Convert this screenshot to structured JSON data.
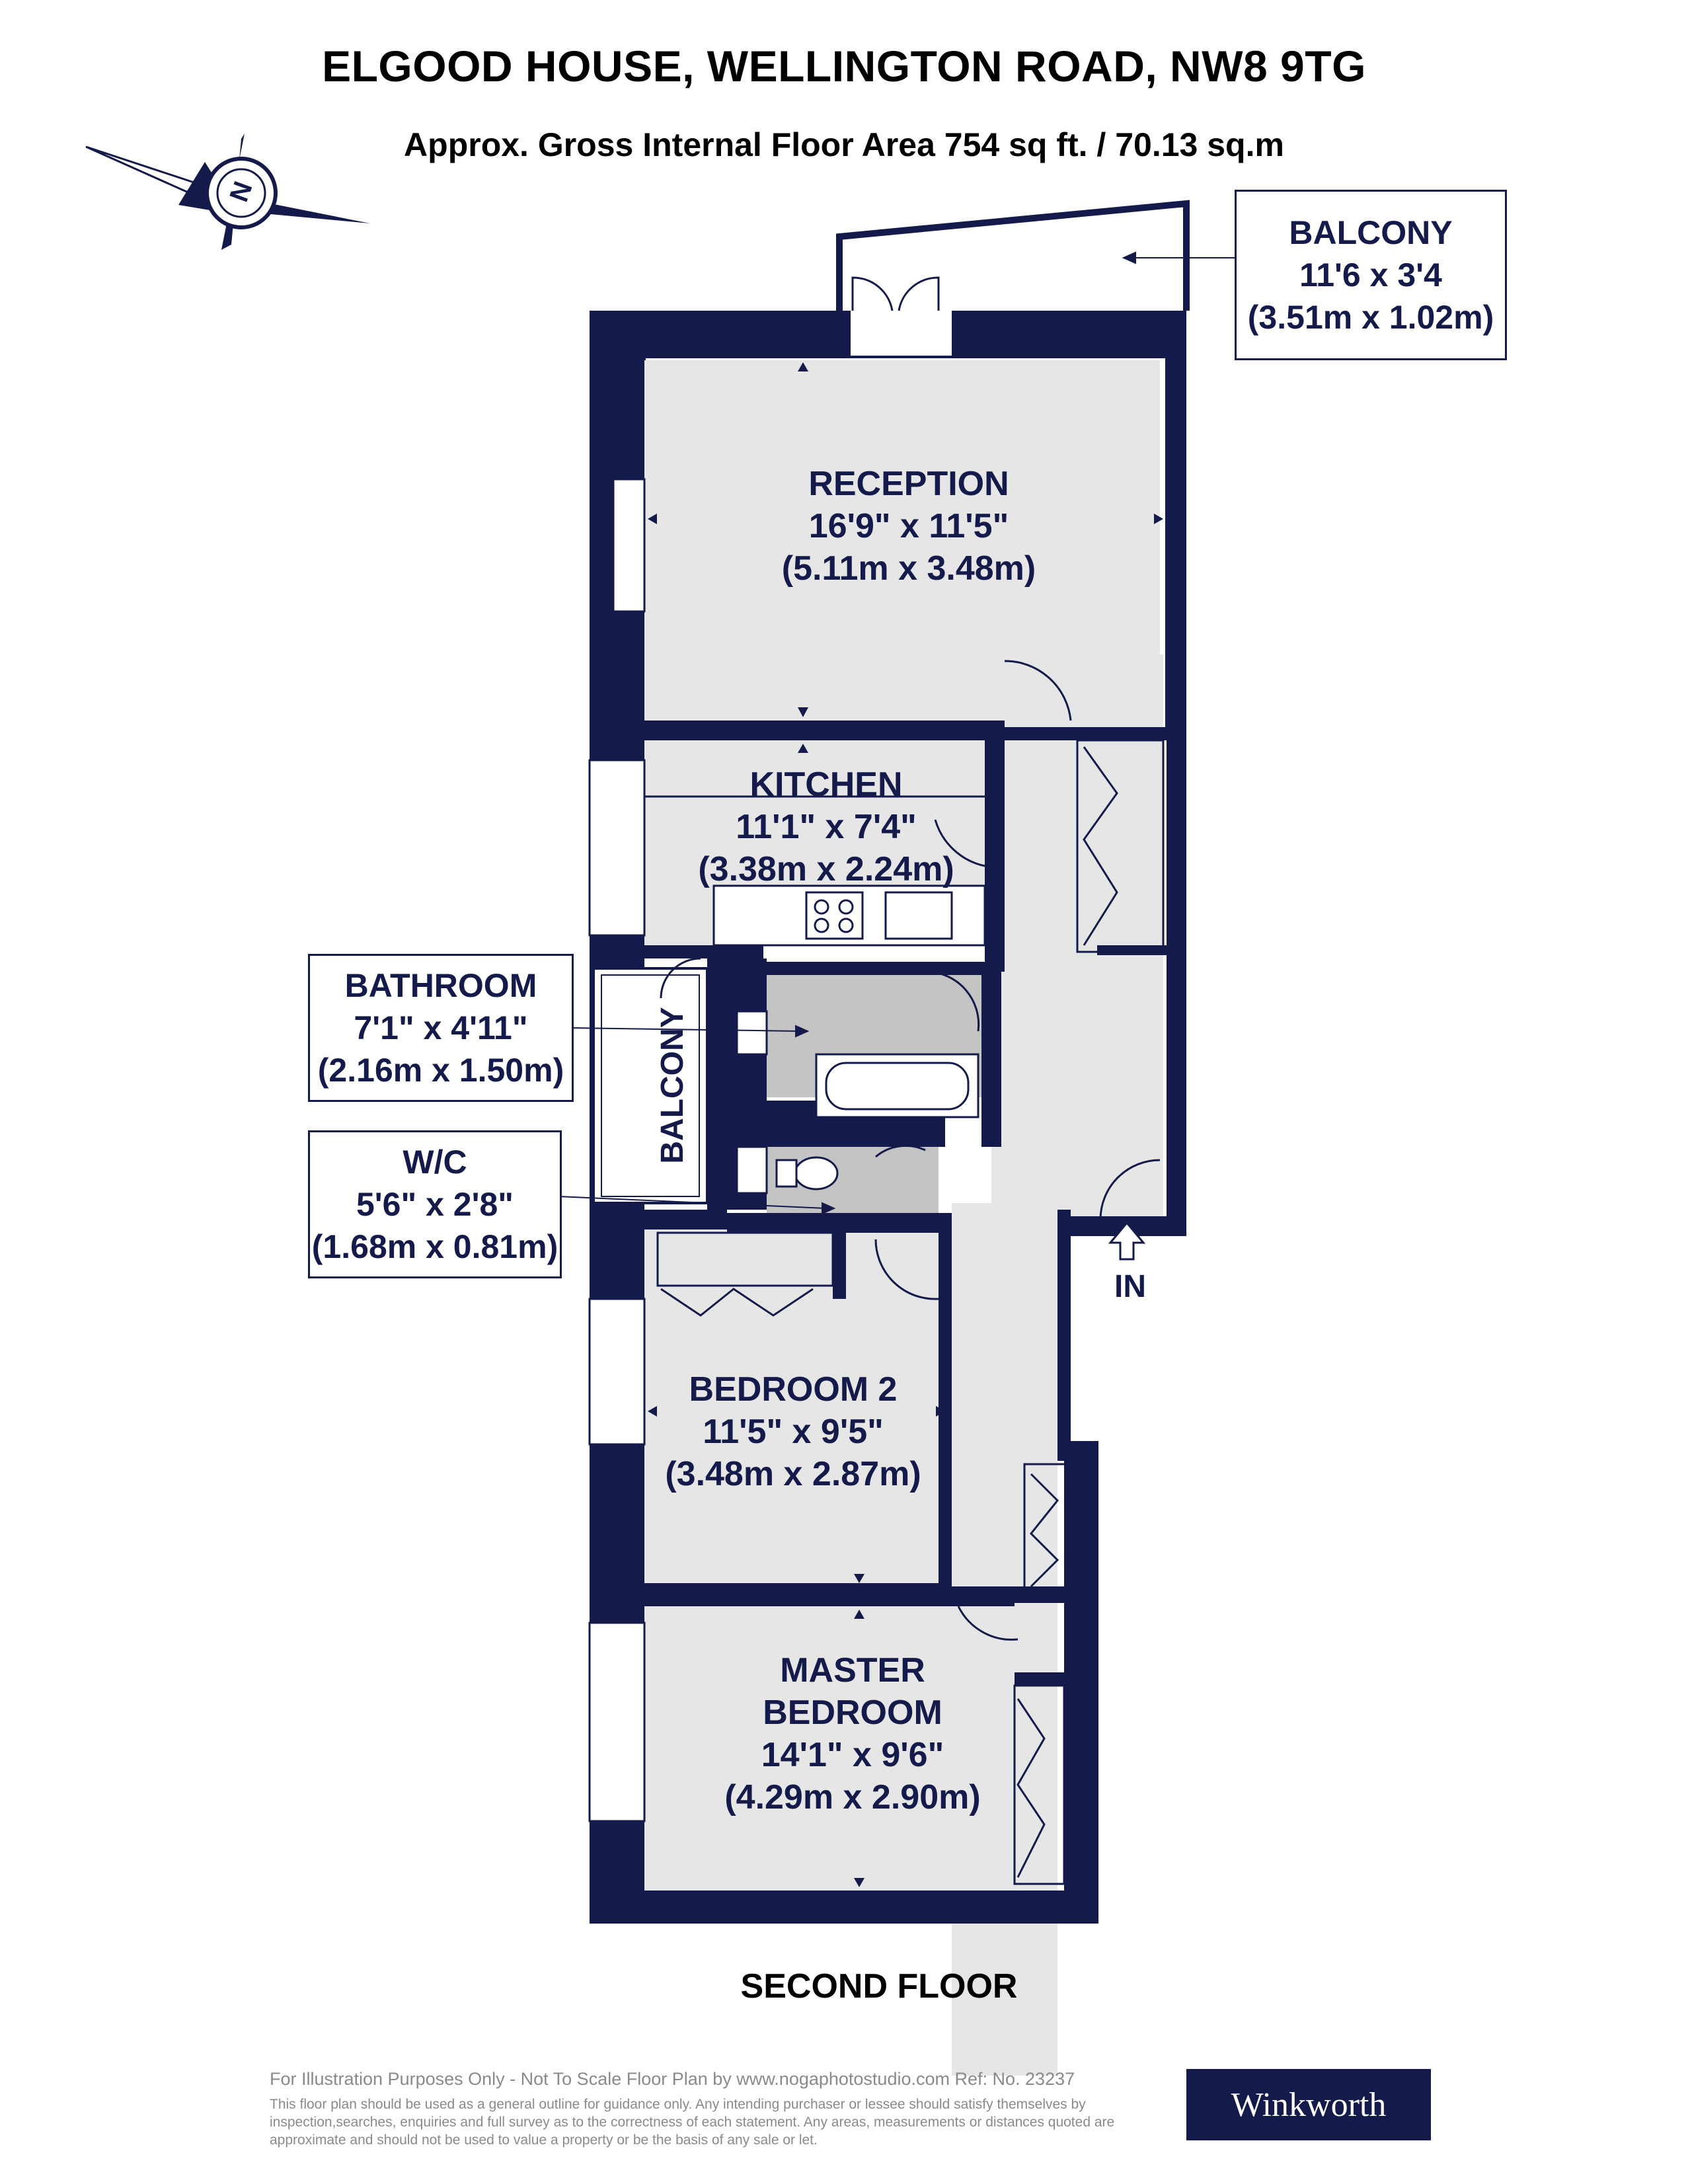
{
  "header": {
    "title": "ELGOOD HOUSE, WELLINGTON ROAD, NW8 9TG",
    "subtitle": "Approx. Gross Internal Floor Area 754 sq ft. / 70.13 sq.m"
  },
  "compass": {
    "letter": "N"
  },
  "rooms": {
    "reception": {
      "name": "RECEPTION",
      "imperial": "16'9\" x 11'5\"",
      "metric": "(5.11m x 3.48m)"
    },
    "kitchen": {
      "name": "KITCHEN",
      "imperial": "11'1\" x 7'4\"",
      "metric": "(3.38m x 2.24m)"
    },
    "bedroom2": {
      "name": "BEDROOM 2",
      "imperial": "11'5\" x 9'5\"",
      "metric": "(3.48m x 2.87m)"
    },
    "master": {
      "name_line1": "MASTER",
      "name_line2": "BEDROOM",
      "imperial": "14'1\" x 9'6\"",
      "metric": "(4.29m x 2.90m)"
    }
  },
  "callouts": {
    "balcony": {
      "name": "BALCONY",
      "imperial": "11'6 x 3'4",
      "metric": "(3.51m x 1.02m)"
    },
    "bathroom": {
      "name": "BATHROOM",
      "imperial": "7'1\" x 4'11\"",
      "metric": "(2.16m x 1.50m)"
    },
    "wc": {
      "name": "W/C",
      "imperial": "5'6\" x 2'8\"",
      "metric": "(1.68m x 0.81m)"
    }
  },
  "labels": {
    "side_balcony": "BALCONY",
    "entrance": "IN",
    "floor_name": "SECOND FLOOR"
  },
  "footer": {
    "line1": "For Illustration Purposes Only - Not To Scale   Floor Plan by www.nogaphotostudio.com   Ref: No. 23237",
    "disclaimer": "This floor plan should be used as a general outline for guidance only. Any intending purchaser or lessee should satisfy themselves by inspection,searches, enquiries and full survey as to the correctness of each statement. Any areas, measurements or distances quoted are approximate and should not be used to value a property or be the basis of any sale or let.",
    "brand": "Winkworth"
  },
  "colors": {
    "wall": "#141a4a",
    "floor": "#e6e6e6",
    "wet_room": "#c4c4c4",
    "text": "#141a4a"
  }
}
